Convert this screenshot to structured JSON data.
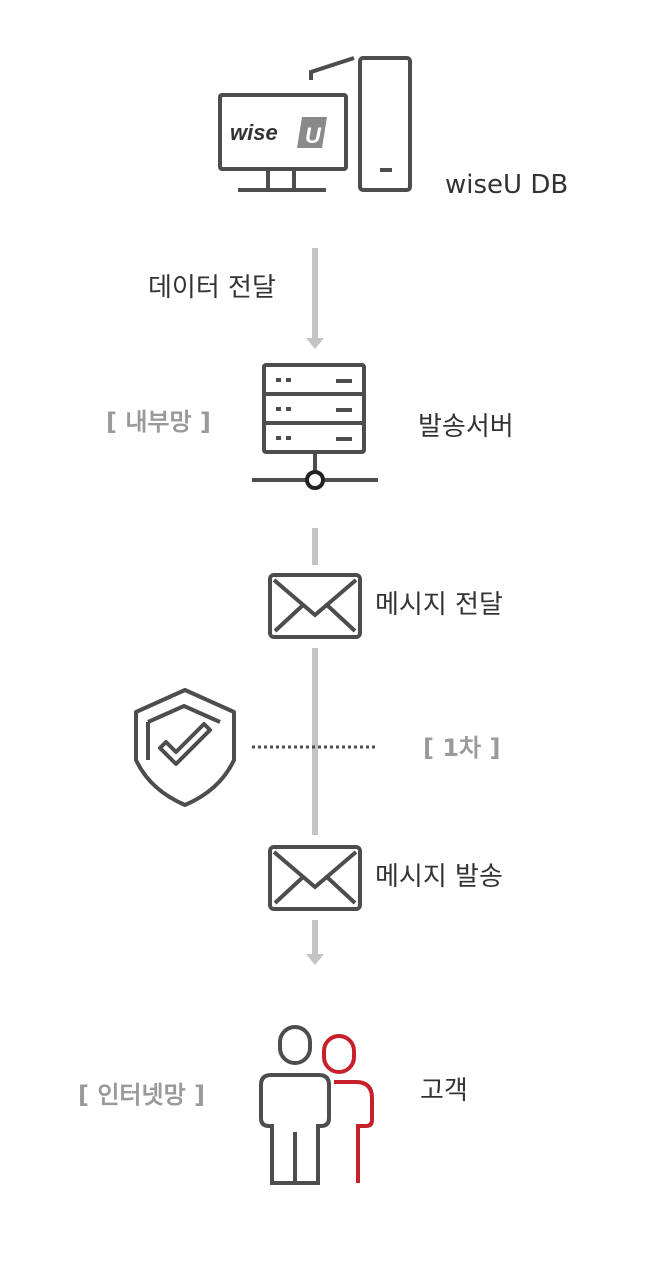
{
  "nodes": {
    "db": {
      "label": "wiseU DB",
      "logo_text": "wise",
      "logo_badge": "U"
    },
    "server": {
      "label": "발송서버",
      "zone": "[ 내부망 ]"
    },
    "customer": {
      "label": "고객",
      "zone": "[ 인터넷망 ]"
    }
  },
  "steps": {
    "data_transfer": "데이터 전달",
    "message_transfer": "메시지 전달",
    "message_send": "메시지 발송"
  },
  "security": {
    "stage": "[ 1차 ]"
  },
  "colors": {
    "icon": "#4d4d4d",
    "flow_line": "#c4c4c4",
    "accent": "#c8202a",
    "muted_text": "#9a9a9a"
  }
}
